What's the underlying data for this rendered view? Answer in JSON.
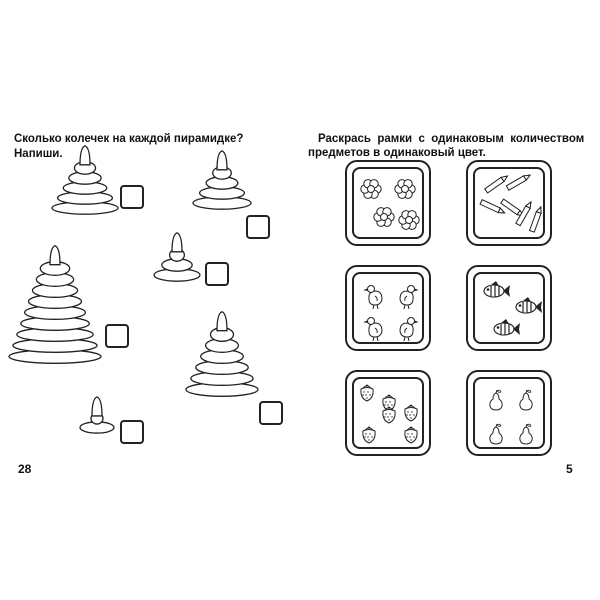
{
  "left_page": {
    "task": "Сколько колечек на каждой пирамидке? Напиши.",
    "page_number": "28"
  },
  "right_page": {
    "task_line1": "Раскрась  рамки  с  одинаковым  количеством",
    "task_line2": "предметов в одинаковый цвет.",
    "page_number": "5"
  },
  "pyramids": [
    {
      "rings": 5
    },
    {
      "rings": 4
    },
    {
      "rings": 3
    },
    {
      "rings": 9
    },
    {
      "rings": 6
    },
    {
      "rings": 2
    }
  ],
  "frames": [
    {
      "items": "flowers",
      "count": 4
    },
    {
      "items": "pencils",
      "count": 6
    },
    {
      "items": "chickens",
      "count": 4
    },
    {
      "items": "fish",
      "count": 3
    },
    {
      "items": "strawberries",
      "count": 6
    },
    {
      "items": "pears",
      "count": 4
    }
  ]
}
